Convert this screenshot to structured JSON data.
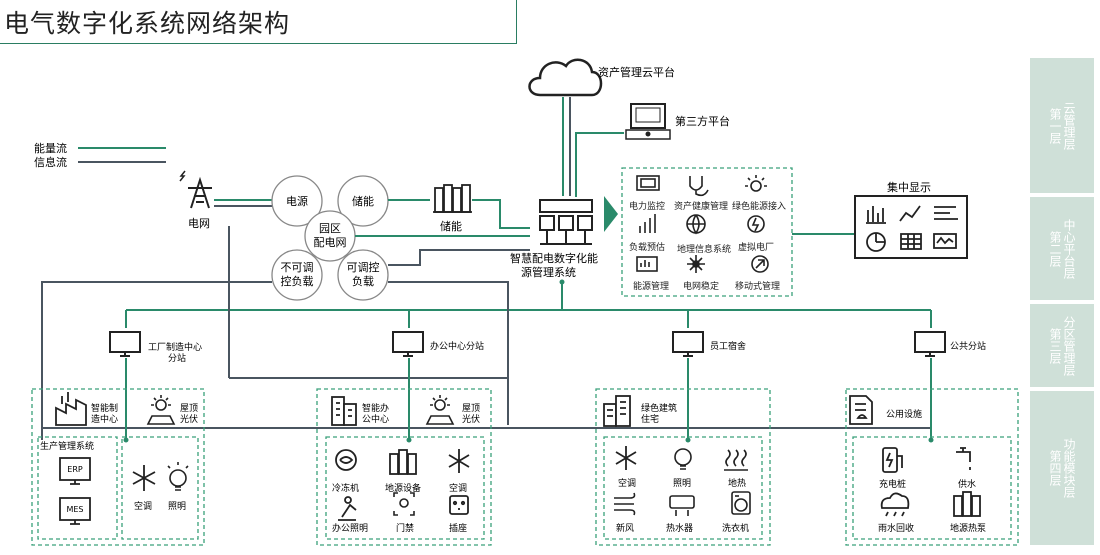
{
  "title": "电气数字化系统网络架构",
  "legend": {
    "energy": "能量流",
    "info": "信息流"
  },
  "layers": [
    {
      "line1": "第一层",
      "line2": "云管理层"
    },
    {
      "line1": "第二层",
      "line2": "中心平台层"
    },
    {
      "line1": "第三层",
      "line2": "分区管理层"
    },
    {
      "line1": "第四层",
      "line2": "功能模块层"
    }
  ],
  "cloud": "资产管理云平台",
  "third_party": "第三方平台",
  "grid": "电网",
  "storage": "储能",
  "park": {
    "source": "电源",
    "storage": "储能",
    "center_line1": "园区",
    "center_line2": "配电网",
    "uncontrollable_line1": "不可调",
    "uncontrollable_line2": "控负载",
    "controllable_line1": "可调控",
    "controllable_line2": "负载"
  },
  "platform": {
    "line1": "智慧配电数字化能",
    "line2": "源管理系统"
  },
  "functions": [
    "电力监控",
    "资产健康管理",
    "绿色能源接入",
    "负载预估",
    "地理信息系统",
    "虚拟电厂",
    "能源管理",
    "电网稳定",
    "移动式管理"
  ],
  "central_display": "集中显示",
  "substations": [
    {
      "line1": "工厂制造中心",
      "line2": "分站"
    },
    {
      "line1": "办公中心分站",
      "line2": ""
    },
    {
      "line1": "员工宿舍",
      "line2": ""
    },
    {
      "line1": "公共分站",
      "line2": ""
    }
  ],
  "factory": {
    "center_line1": "智能制",
    "center_line2": "造中心",
    "pv_line1": "屋顶",
    "pv_line2": "光伏",
    "system": "生产管理系统",
    "erp": "ERP",
    "mes": "MES",
    "ac": "空调",
    "light": "照明"
  },
  "office": {
    "center_line1": "智能办",
    "center_line2": "公中心",
    "pv_line1": "屋顶",
    "pv_line2": "光伏",
    "items": [
      "冷冻机",
      "地源设备",
      "空调",
      "办公照明",
      "门禁",
      "插座"
    ]
  },
  "dorm": {
    "center_line1": "绿色建筑",
    "center_line2": "住宅",
    "items": [
      "空调",
      "照明",
      "地热",
      "新风",
      "热水器",
      "洗衣机"
    ]
  },
  "public": {
    "center": "公用设施",
    "items": [
      "充电桩",
      "供水",
      "雨水回收",
      "地源热泵"
    ]
  },
  "colors": {
    "energy_line": "#2a8a6a",
    "info_line": "#4a5560",
    "dashed_box": "#3aa07a",
    "layer_bg": "#cfe0d8"
  }
}
